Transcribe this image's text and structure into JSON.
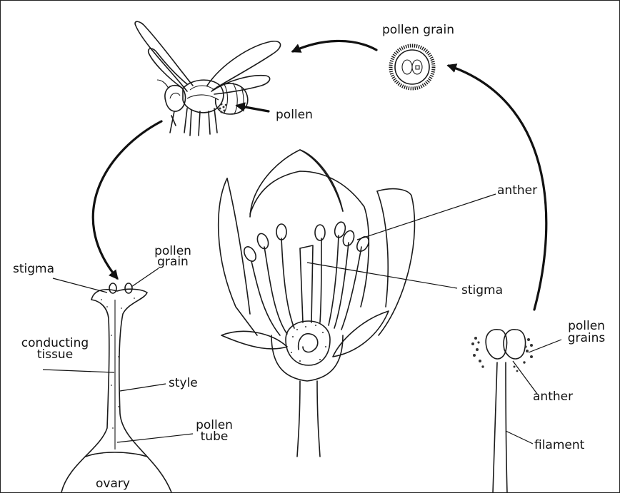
{
  "labels": {
    "pollen_grain_top": "pollen grain",
    "pollen": "pollen",
    "anther_center": "anther",
    "stigma_center": "stigma",
    "stigma_left": "stigma",
    "pollen_grain_left_1": "pollen",
    "pollen_grain_left_2": "grain",
    "conducting_tissue_1": "conducting",
    "conducting_tissue_2": "tissue",
    "style": "style",
    "pollen_tube_1": "pollen",
    "pollen_tube_2": "tube",
    "ovary": "ovary",
    "pollen_grains_right_1": "pollen",
    "pollen_grains_right_2": "grains",
    "anther_right": "anther",
    "filament": "filament"
  },
  "icons": [
    "bee-illustration",
    "pollen-grain-illustration",
    "flower-cross-section",
    "pistil-illustration",
    "stamen-illustration"
  ]
}
